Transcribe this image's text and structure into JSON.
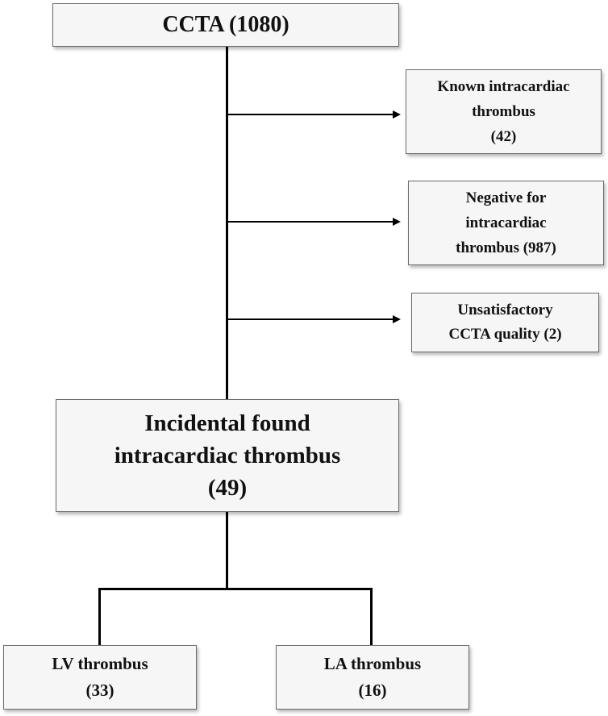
{
  "boxes": {
    "root": {
      "lines": [
        "CCTA (1080)"
      ]
    },
    "known": {
      "lines": [
        "Known intracardiac",
        "thrombus",
        "(42)"
      ]
    },
    "negative": {
      "lines": [
        "Negative for",
        "intracardiac",
        "thrombus (987)"
      ]
    },
    "unsatisfactory": {
      "lines": [
        "Unsatisfactory",
        "CCTA quality (2)"
      ]
    },
    "incidental": {
      "lines": [
        "Incidental found",
        "intracardiac thrombus",
        "(49)"
      ]
    },
    "lv": {
      "lines": [
        "LV thrombus",
        "(33)"
      ]
    },
    "la": {
      "lines": [
        "LA thrombus",
        "(16)"
      ]
    }
  },
  "colors": {
    "box_fill": "#f6f6f6",
    "box_border": "#6b6b6b",
    "connector": "#000000",
    "text": "#111111"
  }
}
